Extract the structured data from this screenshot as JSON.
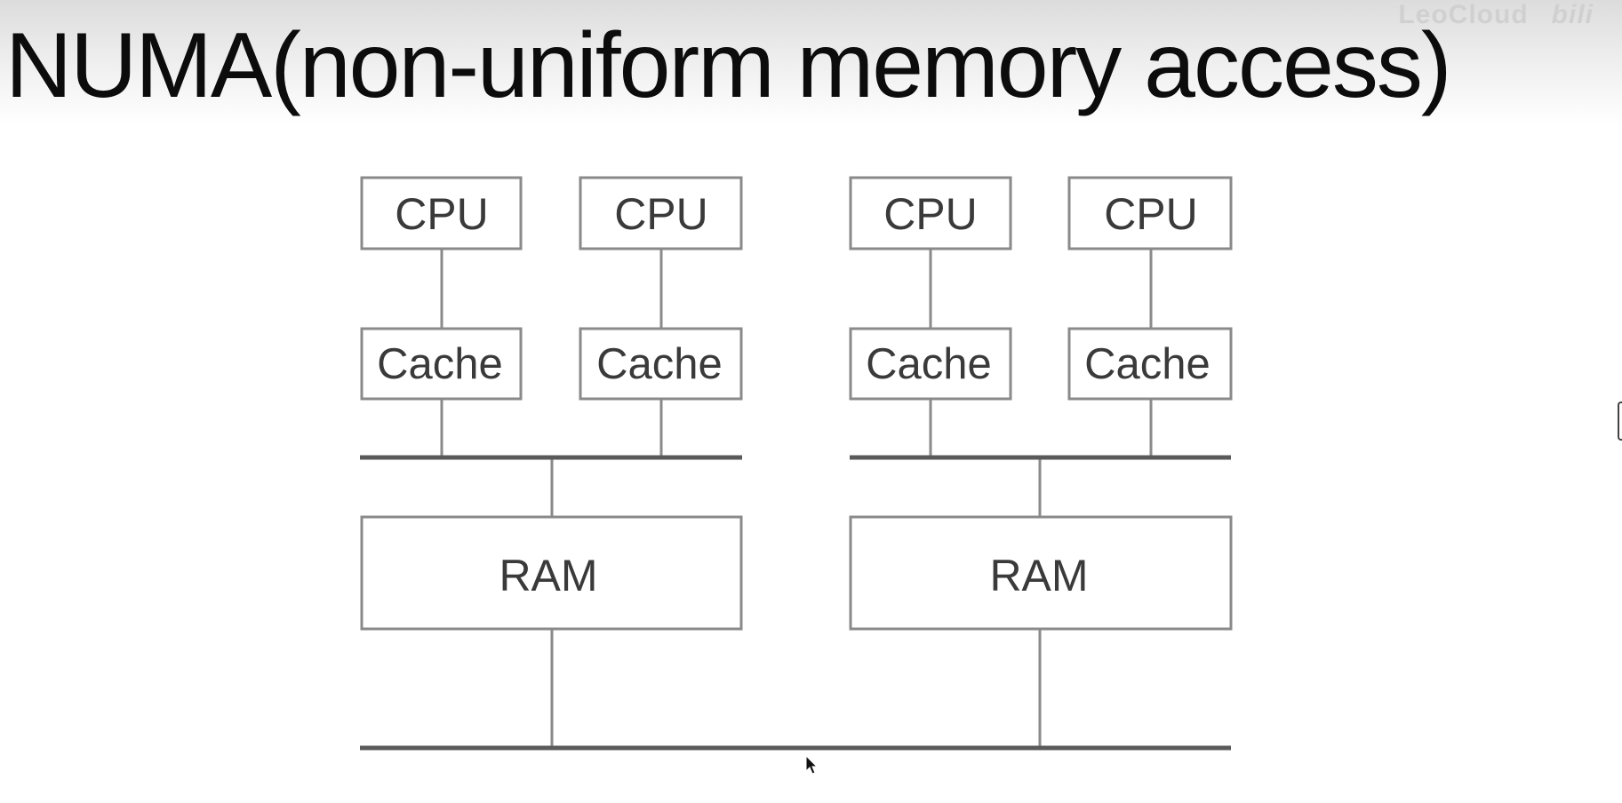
{
  "slide": {
    "title": "NUMA(non-uniform memory access)"
  },
  "diagram": {
    "nodes": [
      {
        "cpus": [
          "CPU",
          "CPU"
        ],
        "caches": [
          "Cache",
          "Cache"
        ],
        "memory": "RAM"
      },
      {
        "cpus": [
          "CPU",
          "CPU"
        ],
        "caches": [
          "Cache",
          "Cache"
        ],
        "memory": "RAM"
      }
    ]
  }
}
